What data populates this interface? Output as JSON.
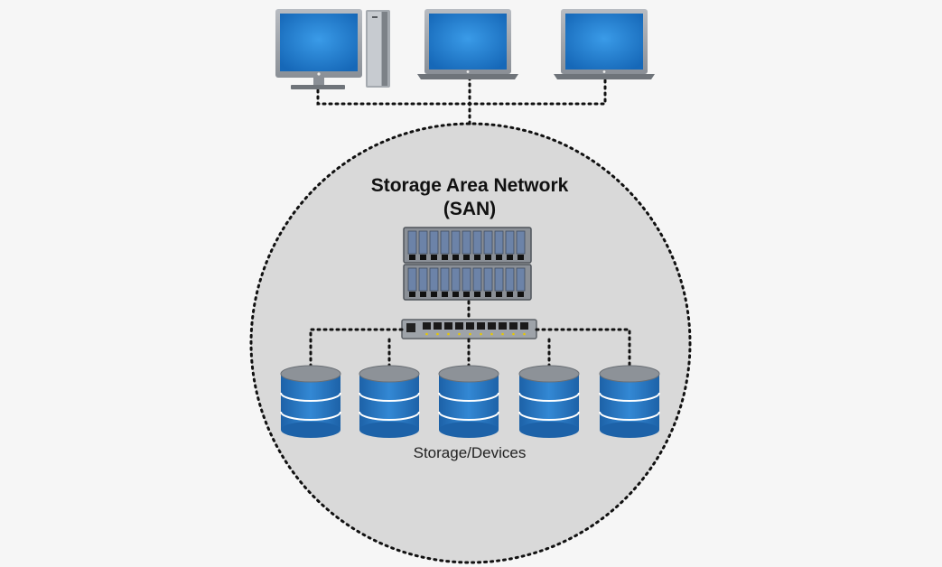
{
  "title_line1": "Storage Area Network",
  "title_line2": "(SAN)",
  "storage_caption": "Storage/Devices",
  "clients": [
    {
      "kind": "desktop",
      "icon": "desktop-computer-icon"
    },
    {
      "kind": "laptop",
      "icon": "laptop-icon"
    },
    {
      "kind": "laptop",
      "icon": "laptop-icon"
    }
  ],
  "servers": [
    "server-rack-icon",
    "server-rack-icon"
  ],
  "switch_icon": "network-switch-icon",
  "storage_devices": [
    "database-icon",
    "database-icon",
    "database-icon",
    "database-icon",
    "database-icon"
  ],
  "colors": {
    "screen_blue": "#1f7fd0",
    "disk_blue": "#2a7dc8",
    "circle_fill": "#d9d9d9",
    "connector": "#111111"
  }
}
